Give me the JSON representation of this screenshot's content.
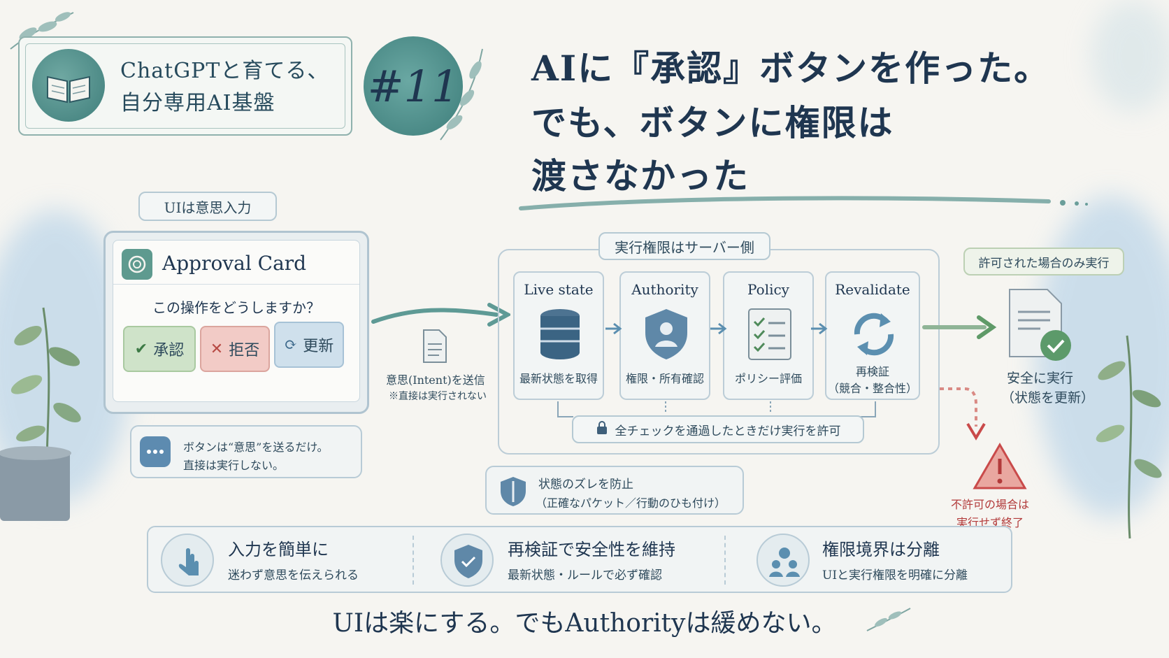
{
  "header": {
    "series_line1": "ChatGPTと育てる、",
    "series_line2": "自分専用AI基盤",
    "badge": "#11"
  },
  "title": {
    "line1": "AIに『承認』ボタンを作った。",
    "line2": "でも、ボタンに権限は",
    "line3": "渡さなかった"
  },
  "ui_section": {
    "pill": "UIは意思入力",
    "card_title": "Approval Card",
    "question": "この操作をどうしますか？",
    "buttons": {
      "approve": "承認",
      "reject": "拒否",
      "refresh": "更新"
    },
    "note_line1": "ボタンは“意思”を送るだけ。",
    "note_line2": "直接は実行しない。"
  },
  "intent": {
    "line1": "意思(Intent)を送信",
    "line2": "※直接は実行されない"
  },
  "server": {
    "pill": "実行権限はサーバー側",
    "steps": [
      {
        "title": "Live state",
        "label": "最新状態を取得",
        "label2": ""
      },
      {
        "title": "Authority",
        "label": "権限・所有確認",
        "label2": ""
      },
      {
        "title": "Policy",
        "label": "ポリシー評価",
        "label2": ""
      },
      {
        "title": "Revalidate",
        "label": "再検証",
        "label2": "（競合・整合性）"
      }
    ],
    "gate": "全チェックを通過したときだけ実行を許可",
    "drift_line1": "状態のズレを防止",
    "drift_line2": "（正確なパケット／行動のひも付け）"
  },
  "result": {
    "pill": "許可された場合のみ実行",
    "ok_line1": "安全に実行",
    "ok_line2": "（状態を更新）",
    "ng_line1": "不許可の場合は",
    "ng_line2": "実行せず終了"
  },
  "features": [
    {
      "title": "入力を簡単に",
      "sub": "迷わず意思を伝えられる"
    },
    {
      "title": "再検証で安全性を維持",
      "sub": "最新状態・ルールで必ず確認"
    },
    {
      "title": "権限境界は分離",
      "sub": "UIと実行権限を明確に分離"
    }
  ],
  "footer": "UIは楽にする。でもAuthorityは緩めない。",
  "colors": {
    "navy": "#1f3650",
    "teal": "#4a8a86",
    "approve": "#cfe3c9",
    "reject": "#f2cbc6",
    "refresh": "#cfe0ec",
    "warning": "#c94a4a"
  }
}
